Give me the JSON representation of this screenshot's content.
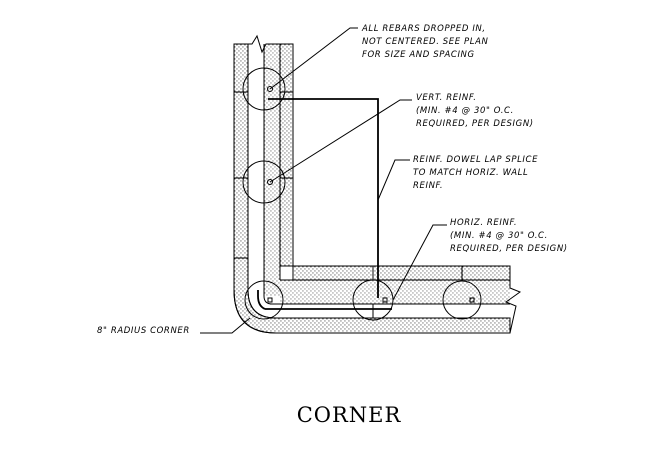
{
  "title": "CORNER",
  "notes": {
    "rebars_dropped": [
      "ALL REBARS DROPPED IN,",
      "NOT CENTERED.  SEE PLAN",
      "FOR SIZE AND SPACING"
    ],
    "vert_reinf": [
      "VERT. REINF.",
      "(MIN. #4 @ 30\" O.C.",
      "REQUIRED, PER DESIGN)"
    ],
    "dowel_lap": [
      "REINF. DOWEL LAP SPLICE",
      "TO MATCH HORIZ. WALL",
      "REINF."
    ],
    "horiz_reinf": [
      "HORIZ. REINF.",
      "(MIN. #4 @ 30\" O.C.",
      "REQUIRED, PER DESIGN)"
    ],
    "radius_corner": "8\" RADIUS CORNER"
  }
}
